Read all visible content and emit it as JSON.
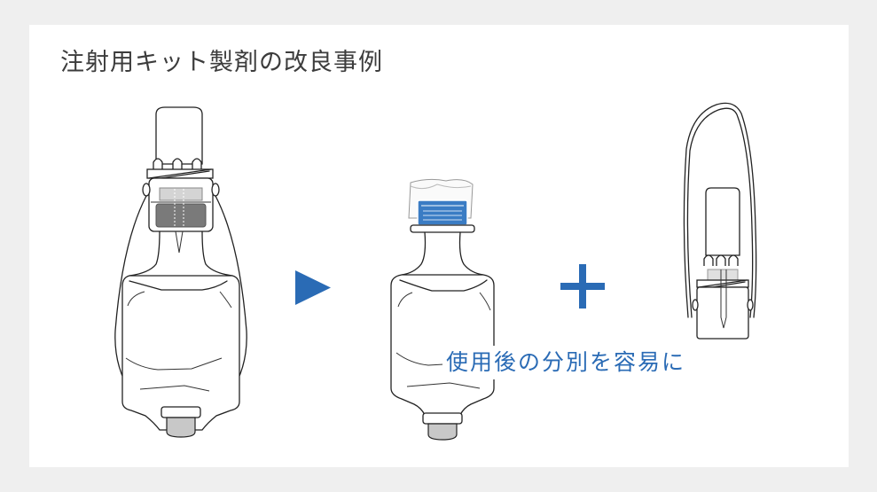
{
  "page": {
    "background": "#efefef",
    "card_background": "#ffffff"
  },
  "header": {
    "title": "注射用キット製剤の改良事例"
  },
  "illustrations": {
    "before": {
      "label": "kit-before-improvement"
    },
    "arrow": {
      "icon": "right-triangle-arrow-icon",
      "color": "#2a6bb5"
    },
    "after_bag": {
      "label": "bag-after-separation",
      "sticker_color": "#3a7cc4"
    },
    "plus": {
      "icon": "plus-icon",
      "color": "#2a6bb5"
    },
    "after_vial": {
      "label": "vial-with-holder-separated"
    }
  },
  "caption": {
    "text": "使用後の分別を容易に",
    "color": "#2a6bb5"
  }
}
